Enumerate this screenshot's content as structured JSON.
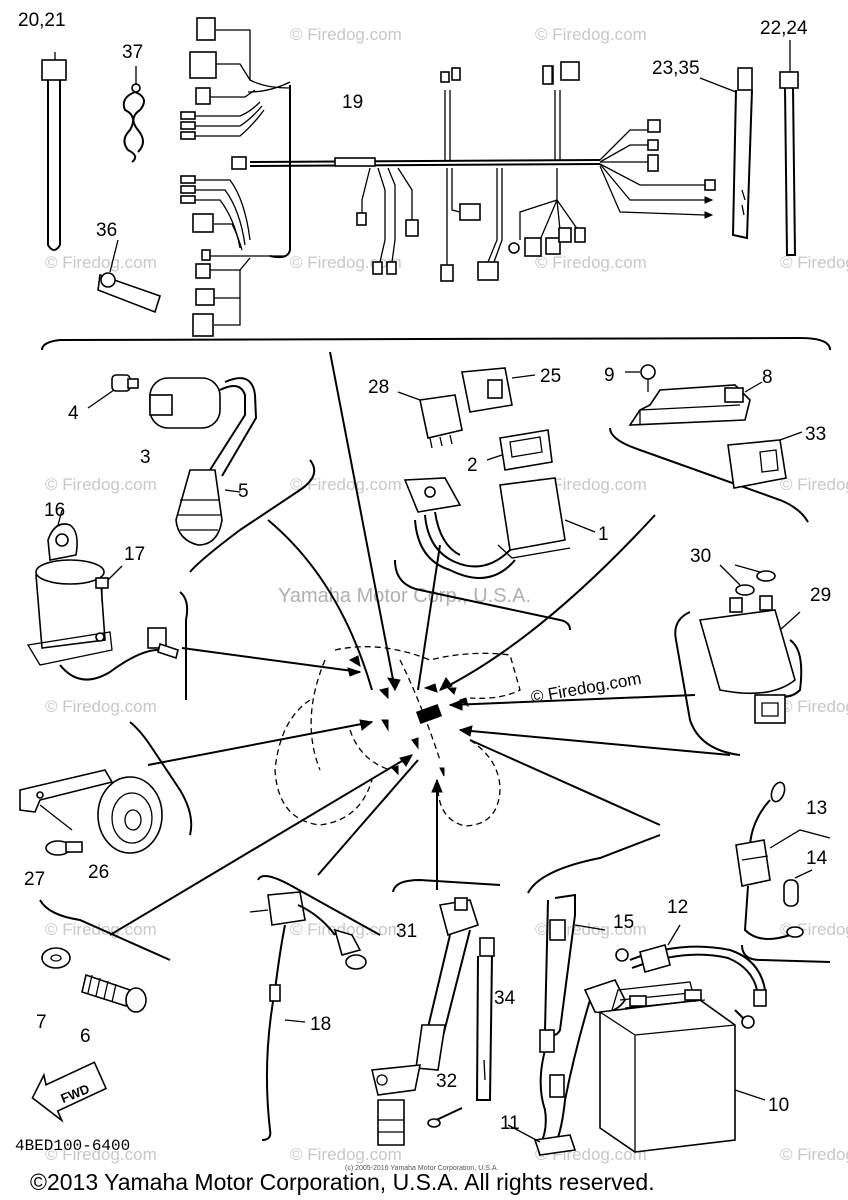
{
  "diagram": {
    "part_labels": [
      {
        "id": "20-21",
        "text": "20,21"
      },
      {
        "id": "37",
        "text": "37"
      },
      {
        "id": "19",
        "text": "19"
      },
      {
        "id": "22-24",
        "text": "22,24"
      },
      {
        "id": "23-35",
        "text": "23,35"
      },
      {
        "id": "36",
        "text": "36"
      },
      {
        "id": "28",
        "text": "28"
      },
      {
        "id": "25",
        "text": "25"
      },
      {
        "id": "9",
        "text": "9"
      },
      {
        "id": "8",
        "text": "8"
      },
      {
        "id": "4",
        "text": "4"
      },
      {
        "id": "3",
        "text": "3"
      },
      {
        "id": "2",
        "text": "2"
      },
      {
        "id": "33",
        "text": "33"
      },
      {
        "id": "5",
        "text": "5"
      },
      {
        "id": "1",
        "text": "1"
      },
      {
        "id": "16",
        "text": "16"
      },
      {
        "id": "17",
        "text": "17"
      },
      {
        "id": "30",
        "text": "30"
      },
      {
        "id": "29",
        "text": "29"
      },
      {
        "id": "13",
        "text": "13"
      },
      {
        "id": "14",
        "text": "14"
      },
      {
        "id": "27",
        "text": "27"
      },
      {
        "id": "26",
        "text": "26"
      },
      {
        "id": "15",
        "text": "15"
      },
      {
        "id": "12",
        "text": "12"
      },
      {
        "id": "31",
        "text": "31"
      },
      {
        "id": "7",
        "text": "7"
      },
      {
        "id": "34",
        "text": "34"
      },
      {
        "id": "6",
        "text": "6"
      },
      {
        "id": "18",
        "text": "18"
      },
      {
        "id": "32",
        "text": "32"
      },
      {
        "id": "10",
        "text": "10"
      },
      {
        "id": "11",
        "text": "11"
      }
    ],
    "fwd_label": "FWD",
    "part_number": "4BED100-6400",
    "watermarks": {
      "firedog": "© Firedog.com",
      "yamaha_center": "Yamaha Motor Corp., U.S.A."
    },
    "copyright": "©2013 Yamaha Motor Corporation, U.S.A. All rights reserved.",
    "tiny_copyright": "(c) 2005-2016 Yamaha Motor Corporation, U.S.A."
  }
}
